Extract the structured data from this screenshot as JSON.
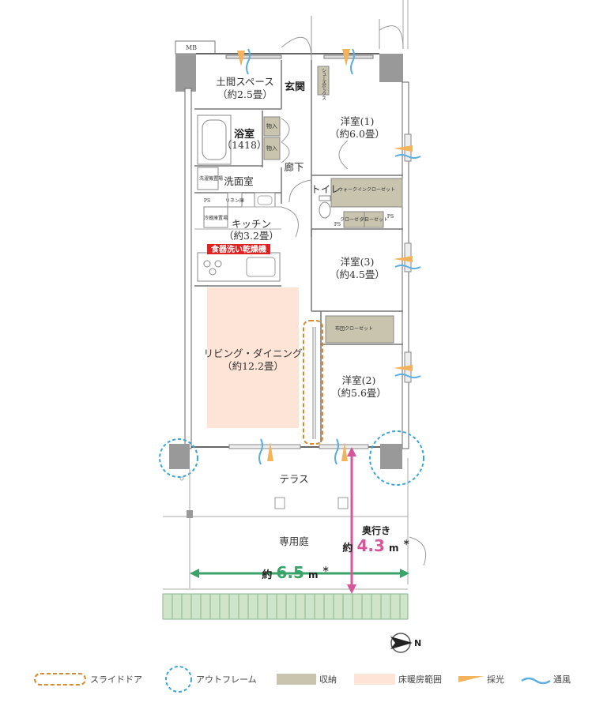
{
  "rooms": {
    "doma_line1": "土間スペース",
    "doma_line2": "（約2.5畳）",
    "genkan": "玄関",
    "shoes_box": "シューズボックス",
    "yoshitsu1_line1": "洋室(1)",
    "yoshitsu1_line2": "（約6.0畳）",
    "yokushitsu_line1": "浴室",
    "yokushitsu_line2": "（1418）",
    "mono1": "物入",
    "mono2": "物入",
    "roka": "廊下",
    "wash_machine": "洗濯機置場",
    "senmenshitsu": "洗面室",
    "toilet": "トイレ",
    "walkin_closet": "ウォークインクローゼット",
    "ps1": "PS",
    "linen": "リネン庫",
    "fridge": "冷蔵庫置場",
    "kitchen_line1": "キッチン",
    "kitchen_line2": "（約3.2畳）",
    "closet1": "クローゼット",
    "closet2": "クローゼット",
    "ps2": "PS",
    "ps3": "PS",
    "dish_dryer": "食器洗い乾燥機",
    "yoshitsu3_line1": "洋室(3)",
    "yoshitsu3_line2": "（約4.5畳）",
    "futon_closet": "布団クローゼット",
    "living_line1": "リビング・ダイニング",
    "living_line2": "（約12.2畳）",
    "yoshitsu2_line1": "洋室(2)",
    "yoshitsu2_line2": "（約5.6畳）",
    "terrace": "テラス",
    "garden": "専用庭",
    "mb": "MB"
  },
  "dimensions": {
    "width_prefix": "約",
    "width_value": "6.5",
    "width_unit": "m",
    "width_mark": "＊",
    "depth_label": "奥行き",
    "depth_prefix": "約",
    "depth_value": "4.3",
    "depth_unit": "m",
    "depth_mark": "＊"
  },
  "compass": {
    "label": "N"
  },
  "legend": {
    "slide_door": "スライドドア",
    "out_frame": "アウトフレーム",
    "storage": "収納",
    "floor_heating": "床暖房範囲",
    "daylight": "採光",
    "ventilation": "通風"
  },
  "colors": {
    "storage": "#c8c4ae",
    "floor_heating": "#fde4d6",
    "slide_door": "#d98a2a",
    "out_frame": "#3aa6d9",
    "daylight": "#f3b35a",
    "ventilation": "#5aaee0",
    "width_dim": "#3aa36a",
    "depth_dim": "#d8559b",
    "dish_dryer_bg": "#e02222",
    "hedge": "#cfe5c9"
  }
}
